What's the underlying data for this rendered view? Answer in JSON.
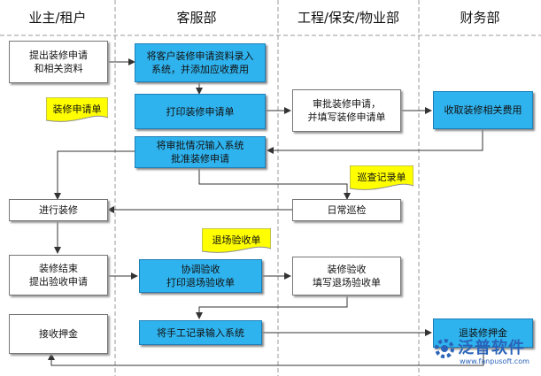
{
  "lanes": [
    "业主/租户",
    "客服部",
    "工程/保安/物业部",
    "财务部"
  ],
  "steps": {
    "submit_application": "提出装修申请\n和相关资料",
    "enter_application": "将客户装修申请资料录入\n系统，并添加应收费用",
    "print_application": "打印装修申请单",
    "approve_application": "审批装修申请，\n并填写装修申请单",
    "collect_fees": "收取装修相关费用",
    "enter_approval": "将审批情况输入系统\n批准装修申请",
    "start_renovation": "进行装修",
    "daily_patrol": "日常巡检",
    "finish_renovation": "装修结束\n提出验收申请",
    "coordinate_acceptance": "协调验收\n打印退场验收单",
    "acceptance_check": "装修验收\n填写退场验收单",
    "receive_deposit": "接收押金",
    "manual_record_entry": "将手工记录输入系统",
    "refund_deposit": "退装修押金"
  },
  "documents": {
    "application_form": "装修申请单",
    "patrol_record": "巡查记录单",
    "exit_acceptance_form": "退场验收单"
  },
  "watermark": {
    "brand": "泛普软件",
    "url": "www.fanpusoft.com"
  },
  "colors": {
    "process_blue": "#2fb3ee",
    "document_yellow": "#ffff00",
    "watermark_blue": "#2a63b8"
  }
}
